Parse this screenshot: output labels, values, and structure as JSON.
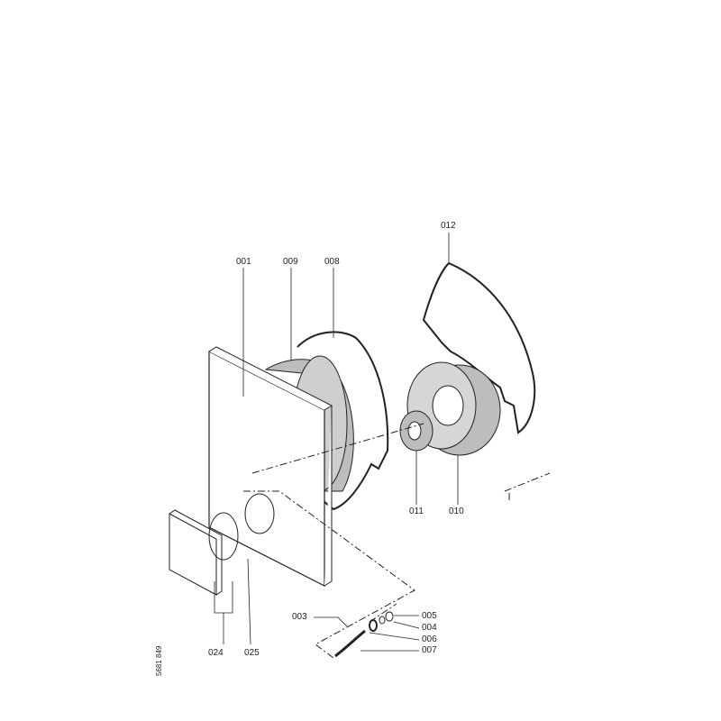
{
  "diagram": {
    "part_labels": {
      "p001": "001",
      "p009": "009",
      "p008": "008",
      "p012": "012",
      "p011": "011",
      "p010": "010",
      "p003": "003",
      "p005": "005",
      "p004": "004",
      "p006": "006",
      "p007": "007",
      "p024": "024",
      "p025": "025"
    },
    "drawing_number": "5681 849"
  }
}
